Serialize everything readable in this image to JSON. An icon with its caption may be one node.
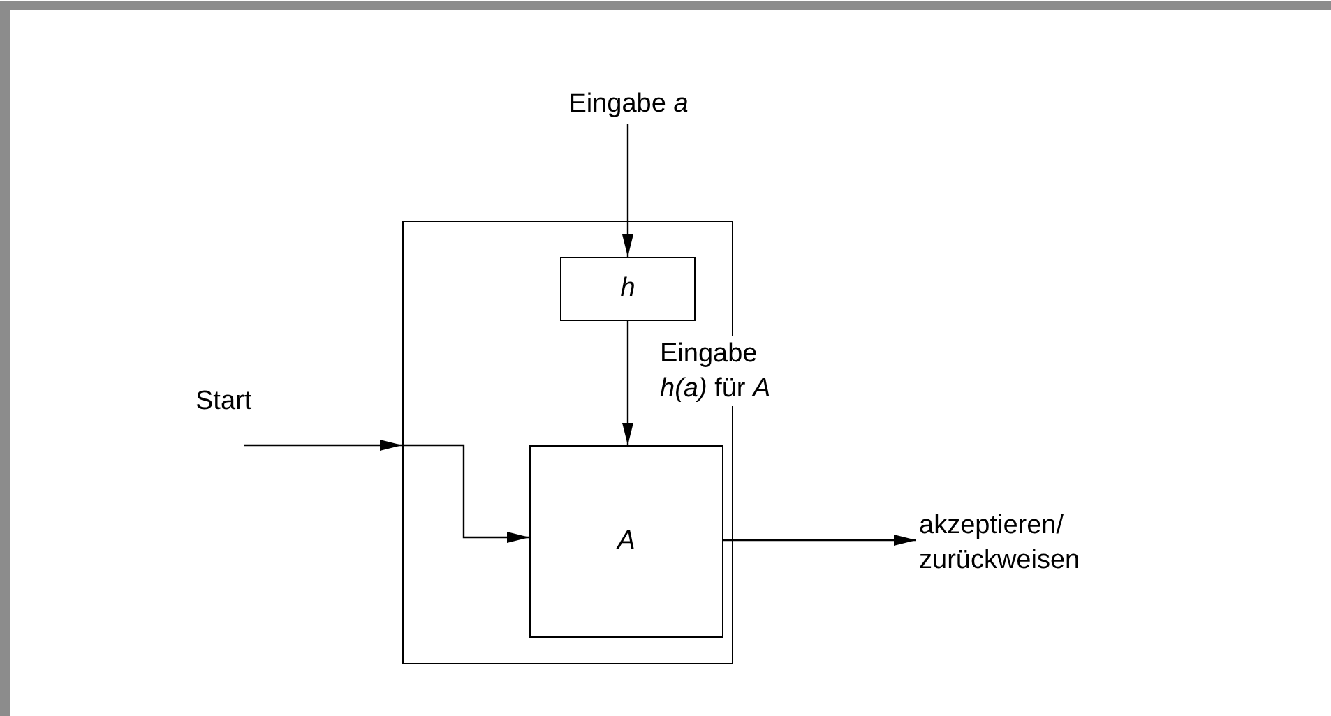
{
  "diagram": {
    "nodes": [
      {
        "text": [],
        "shape": "box"
      },
      {
        "text": [
          "h"
        ],
        "in": 0
      },
      {
        "text": [
          "A"
        ],
        "in": 0
      },
      {
        "text": [
          "Eingabe *a*"
        ]
      },
      {
        "text": [
          "akzeptieren/ zurückweisen"
        ]
      }
    ],
    "edges": [
      {
        "from": null,
        "to": 2,
        "arrow": "to"
      },
      {
        "from": 3,
        "to": 1,
        "arrow": "to"
      },
      {
        "from": 1,
        "to": 2,
        "arrow": "to",
        "label": "Eingabe *h(a)* für *A*"
      },
      {
        "from": 2,
        "to": 4,
        "arrow": "to"
      }
    ],
    "labels": [
      "Start"
    ]
  }
}
